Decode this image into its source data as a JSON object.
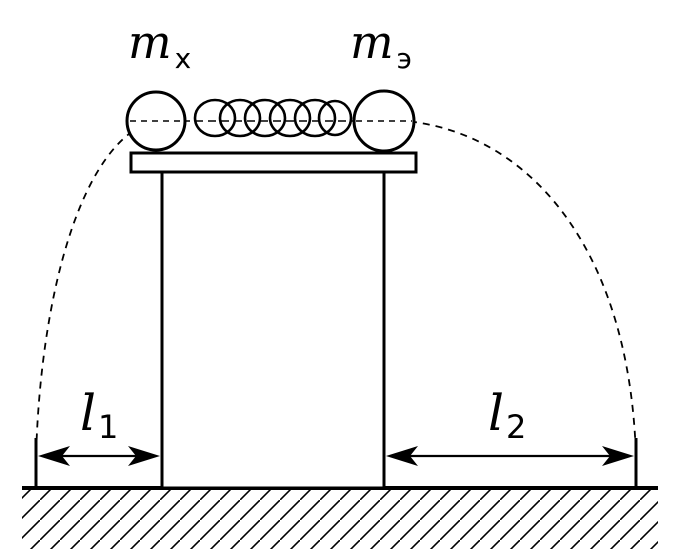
{
  "labels": {
    "mass_left": {
      "symbol": "m",
      "subscript": "х"
    },
    "mass_right": {
      "symbol": "m",
      "subscript": "э"
    },
    "distance_left": {
      "symbol": "l",
      "subscript": "1"
    },
    "distance_right": {
      "symbol": "l",
      "subscript": "2"
    }
  },
  "colors": {
    "ink": "#000000",
    "background": "#ffffff"
  }
}
